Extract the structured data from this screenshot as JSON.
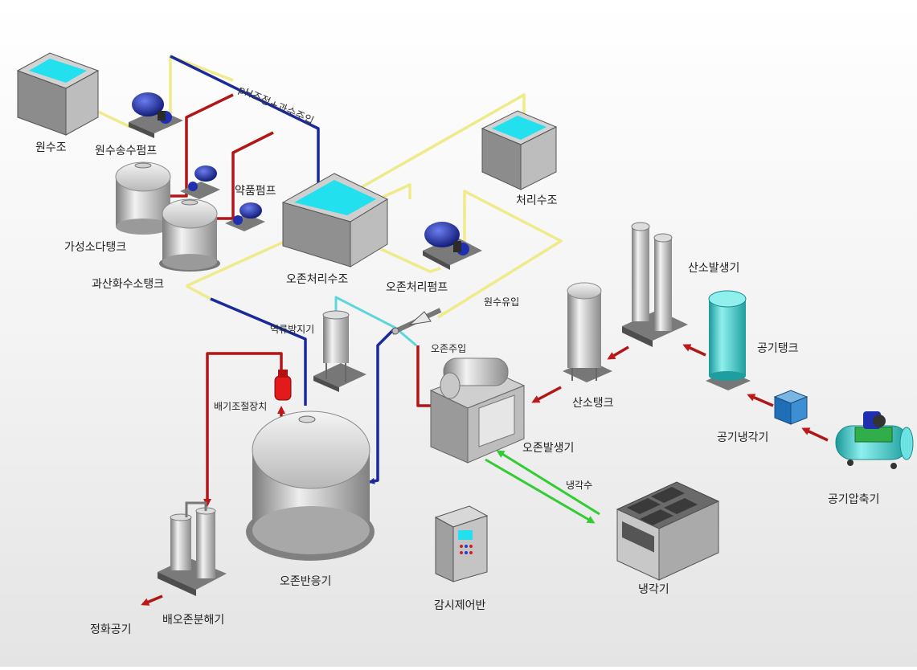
{
  "labels": {
    "raw_tank": "원수조",
    "raw_pump": "원수송수펌프",
    "ph_inject": "pH조정+과수주입",
    "chem_pump": "약품펌프",
    "caustic_tank": "가성소다탱크",
    "peroxide_tank": "과산화수소탱크",
    "ozone_tank": "오존처리수조",
    "ozone_pump": "오존처리펌프",
    "treated_tank": "처리수조",
    "raw_inflow": "원수유입",
    "backflow": "역류방지기",
    "ozone_inject": "오존주입",
    "exhaust_ctrl": "배기조절장치",
    "ozone_reactor": "오존반응기",
    "ozone_gen": "오존발생기",
    "oxygen_tank": "산소탱크",
    "oxygen_gen": "산소발생기",
    "air_tank": "공기탱크",
    "air_cooler": "공기냉각기",
    "air_comp": "공기압축기",
    "cooling_water": "냉각수",
    "chiller": "냉각기",
    "control_panel": "감시제어반",
    "destructor": "배오존분해기",
    "purified_air": "정화공기"
  },
  "colors": {
    "water_line": "#f0ec8c",
    "ozone_line": "#1a2a9c",
    "chem_line": "#b01818",
    "cool_line": "#33cc33",
    "cyan_line": "#5fd6dc",
    "tank_water": "#22e0ee",
    "pump_blue": "#1f2fb0",
    "air_tank": "#33c4c4"
  }
}
